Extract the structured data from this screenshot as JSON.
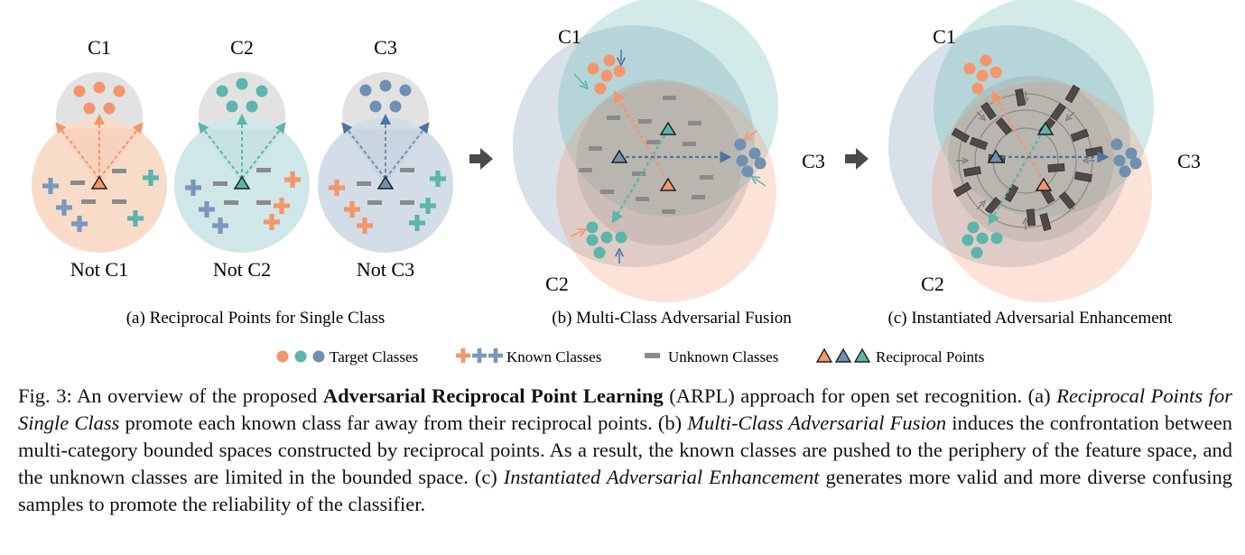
{
  "panel_a": {
    "class_labels": [
      "C1",
      "C2",
      "C3"
    ],
    "not_labels": [
      "Not C1",
      "Not C2",
      "Not C3"
    ],
    "subcaption": "(a) Reciprocal Points for Single Class"
  },
  "panel_b": {
    "labels": {
      "c1": "C1",
      "c2": "C2",
      "c3": "C3"
    },
    "subcaption": "(b) Multi-Class Adversarial Fusion"
  },
  "panel_c": {
    "labels": {
      "c1": "C1",
      "c2": "C2",
      "c3": "C3"
    },
    "subcaption": "(c) Instantiated Adversarial Enhancement"
  },
  "legend": {
    "target": "Target Classes",
    "known": "Known Classes",
    "unknown": "Unknown Classes",
    "reciprocal": "Reciprocal Points"
  },
  "colors": {
    "orange": "#f4956b",
    "teal": "#5cb5ab",
    "blue": "#6f8fb3",
    "gray": "#8a8a8a",
    "orange_fill": "#f8dcc9",
    "teal_fill": "#cfe7e8",
    "blue_fill": "#d2dde8",
    "gray_fill": "#e2e2e2",
    "dark_arrow": "#4a4a4a"
  },
  "caption": {
    "fig": "Fig. 3:",
    "p1": " An overview of the proposed ",
    "bold": "Adversarial Reciprocal Point Learning",
    "p2": " (ARPL) approach for open set recognition. (a) ",
    "i1": "Reciprocal Points for Single Class",
    "p3": " promote each known class far away from their reciprocal points. (b) ",
    "i2": "Multi-Class Adversarial Fusion",
    "p4": " induces the confrontation between multi-category bounded spaces constructed by reciprocal points. As a result, the known classes are pushed to the periphery of the feature space, and the unknown classes are limited in the bounded space. (c) ",
    "i3": "Instantiated Adversarial Enhancement",
    "p5": " generates more valid and more diverse confusing samples to promote the reliability of the classifier."
  }
}
